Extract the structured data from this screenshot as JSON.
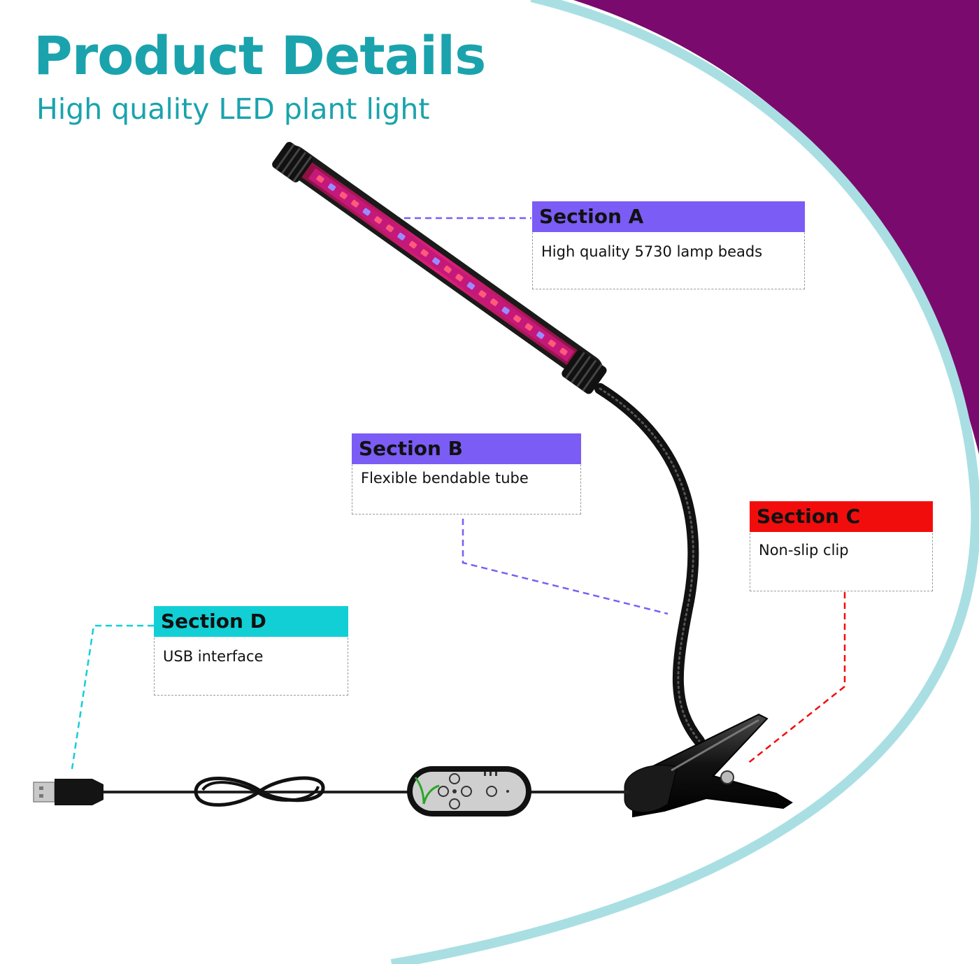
{
  "header": {
    "title": "Product Details",
    "subtitle": "High quality LED plant light"
  },
  "colors": {
    "title": "#1aa3ad",
    "purple_band": "#7a0a6e",
    "teal_arc": "#a9dfe3",
    "section_purple": "#7b5cf5",
    "section_red": "#f20d0d",
    "section_teal": "#12cfd6"
  },
  "callouts": [
    {
      "id": "A",
      "title": "Section A",
      "description": "High quality 5730 lamp beads",
      "color": "#7b5cf5",
      "points_to": "LED light bar"
    },
    {
      "id": "B",
      "title": "Section B",
      "description": "Flexible bendable tube",
      "color": "#7b5cf5",
      "points_to": "gooseneck tube"
    },
    {
      "id": "C",
      "title": "Section C",
      "description": "Non-slip clip",
      "color": "#f20d0d",
      "points_to": "clip"
    },
    {
      "id": "D",
      "title": "Section D",
      "description": "USB interface",
      "color": "#12cfd6",
      "points_to": "USB plug"
    }
  ],
  "product_icons": {
    "led_bar": "led-bar-icon",
    "gooseneck": "gooseneck-tube-icon",
    "clip": "clip-icon",
    "usb": "usb-plug-icon",
    "controller": "remote-controller-icon"
  }
}
